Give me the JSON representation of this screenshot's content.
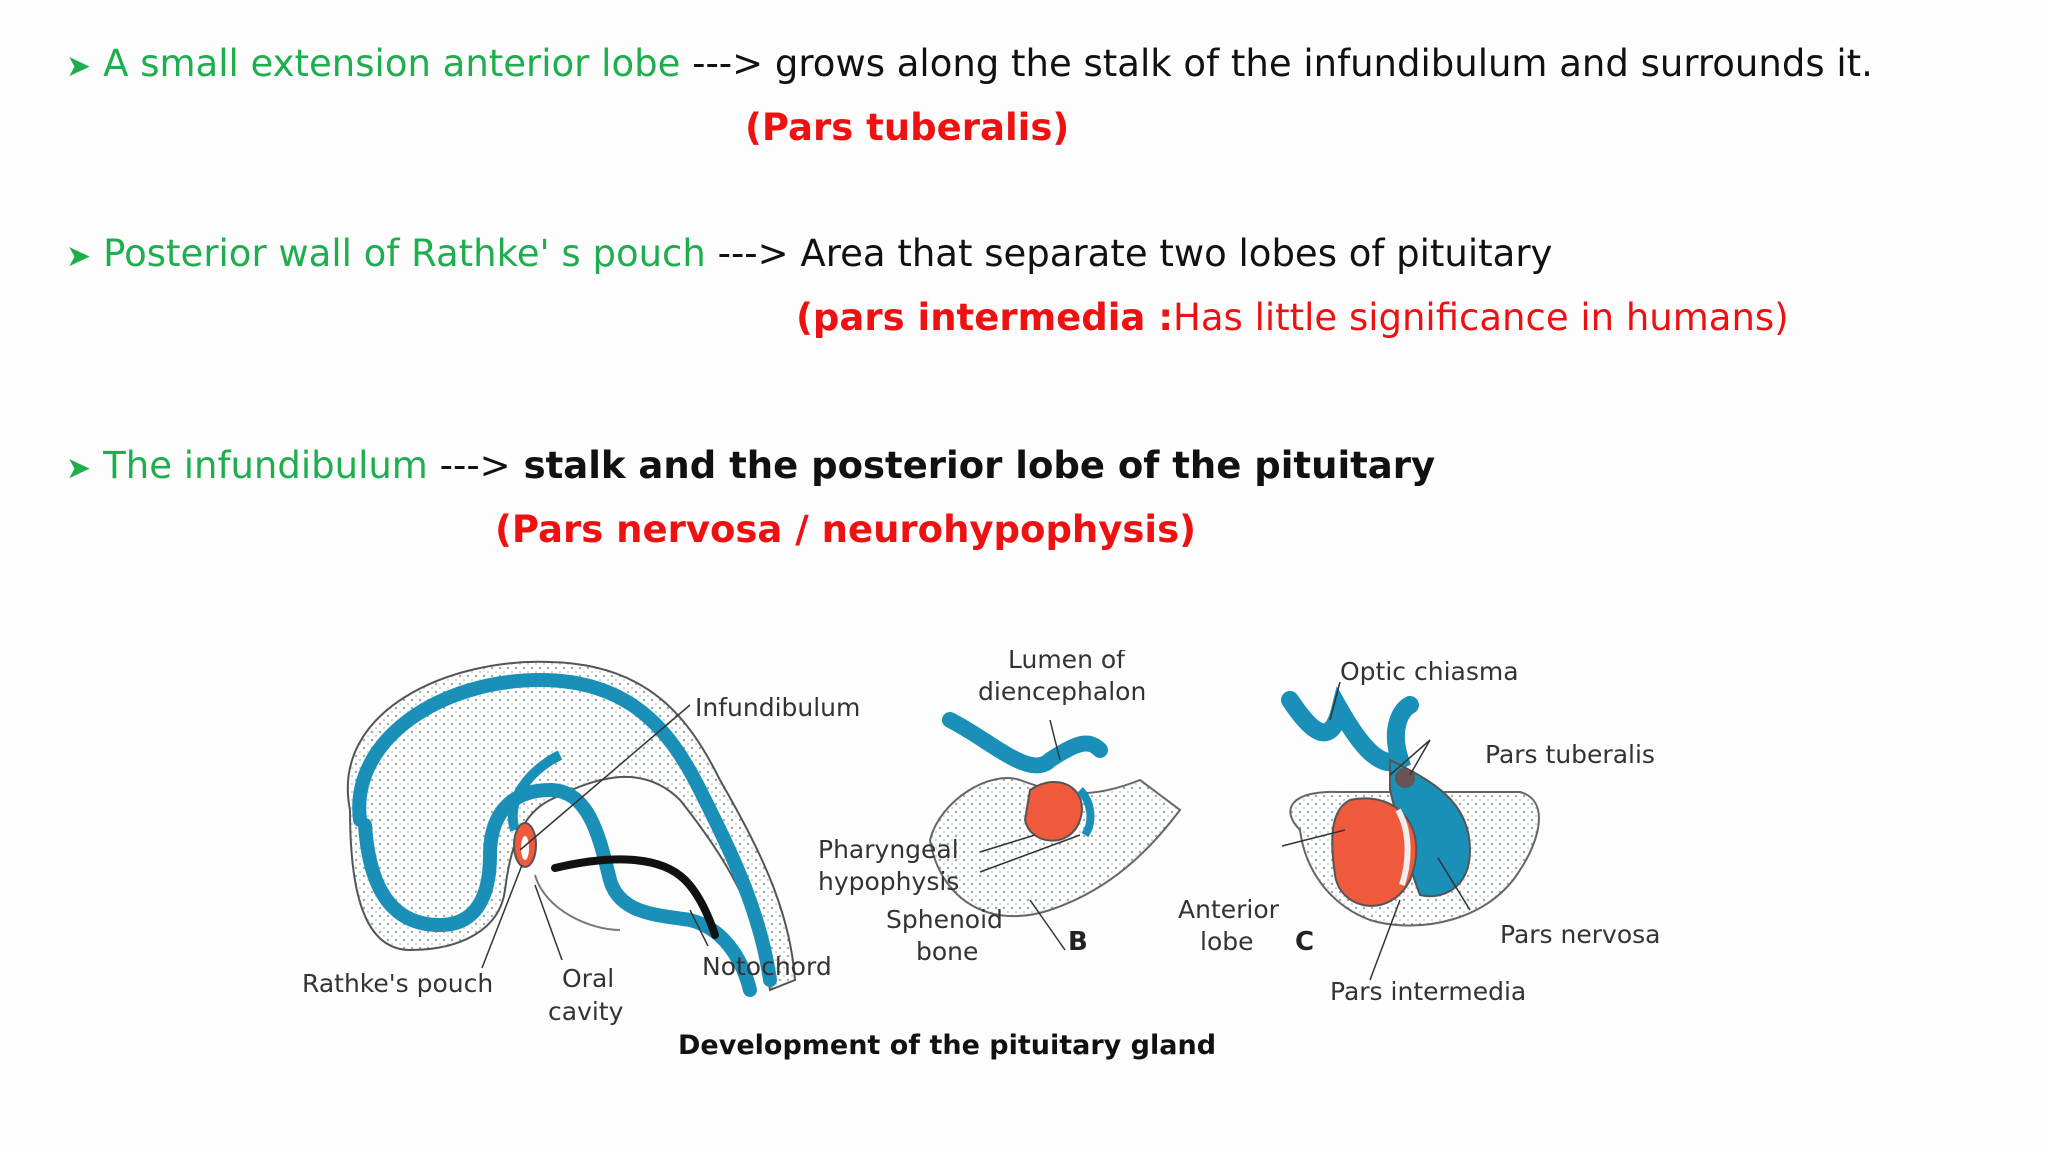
{
  "bullets": [
    {
      "icon": "arrow-bullet-icon",
      "lead": "A small extension anterior lobe",
      "arrow": " --->",
      "text": " grows along the stalk of the infundibulum and surrounds it.",
      "sub": "(Pars tuberalis)"
    },
    {
      "icon": "arrow-bullet-icon",
      "lead": "Posterior wall of Rathke' s pouch",
      "arrow": " --->",
      "text": " Area that separate two lobes of pituitary",
      "sub_bold": "(pars intermedia :",
      "sub_normal": "Has little significance in humans)"
    },
    {
      "icon": "arrow-bullet-icon",
      "lead": "The infundibulum",
      "arrow": " --->",
      "text": " stalk and the posterior lobe of the pituitary",
      "sub": "(Pars nervosa / neurohypophysis)"
    }
  ],
  "figure": {
    "labels": {
      "infundibulum": "Infundibulum",
      "rathkes_pouch": "Rathke's pouch",
      "oral": "Oral",
      "cavity": "cavity",
      "notochord": "Notochord",
      "lumen1": "Lumen of",
      "lumen2": "diencephalon",
      "pharyngeal1": "Pharyngeal",
      "pharyngeal2": "hypophysis",
      "sphenoid1": "Sphenoid",
      "sphenoid2": "bone",
      "letter_b": "B",
      "optic_chiasma": "Optic chiasma",
      "pars_tuberalis": "Pars tuberalis",
      "anterior1": "Anterior",
      "anterior2": "lobe",
      "letter_c": "C",
      "pars_nervosa": "Pars nervosa",
      "pars_intermedia": "Pars intermedia"
    },
    "caption": "Development of the pituitary gland"
  },
  "colors": {
    "green": "#1fae4e",
    "red": "#ee1111",
    "blue": "#1a8fb8",
    "orange": "#f05a3c"
  }
}
